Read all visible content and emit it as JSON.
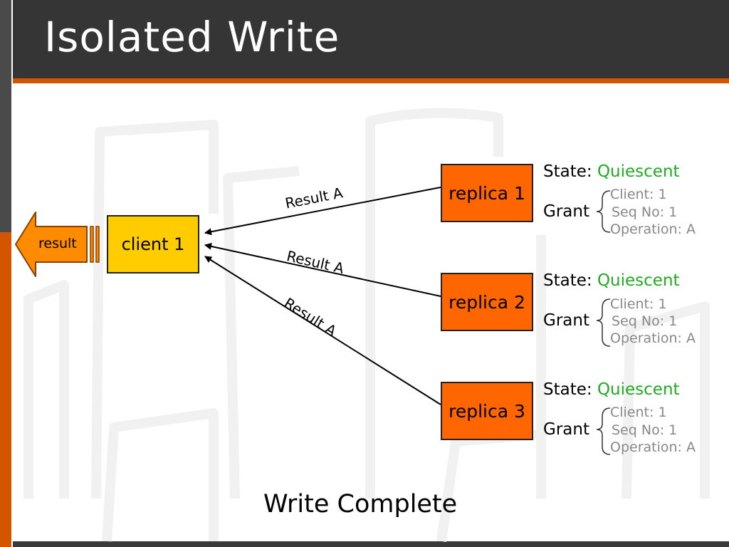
{
  "slide": {
    "title": "Isolated Write",
    "footer": "Write Complete"
  },
  "client": {
    "label": "client 1"
  },
  "result_arrow": {
    "label": "result"
  },
  "messages": [
    "Result A",
    "Result A",
    "Result A"
  ],
  "replicas": [
    {
      "label": "replica 1",
      "state_label": "State:",
      "state_value": "Quiescent",
      "grant_label": "Grant",
      "grant_items": [
        "Client: 1",
        "Seq No: 1",
        "Operation: A"
      ]
    },
    {
      "label": "replica 2",
      "state_label": "State:",
      "state_value": "Quiescent",
      "grant_label": "Grant",
      "grant_items": [
        "Client: 1",
        "Seq No: 1",
        "Operation: A"
      ]
    },
    {
      "label": "replica 3",
      "state_label": "State:",
      "state_value": "Quiescent",
      "grant_label": "Grant",
      "grant_items": [
        "Client: 1",
        "Seq No: 1",
        "Operation: A"
      ]
    }
  ],
  "colors": {
    "accent": "#d45500",
    "client": "#ffcc00",
    "replica": "#ff6600",
    "state_value": "#22aa22",
    "grant_items": "#888888",
    "title_bar": "#353535"
  }
}
